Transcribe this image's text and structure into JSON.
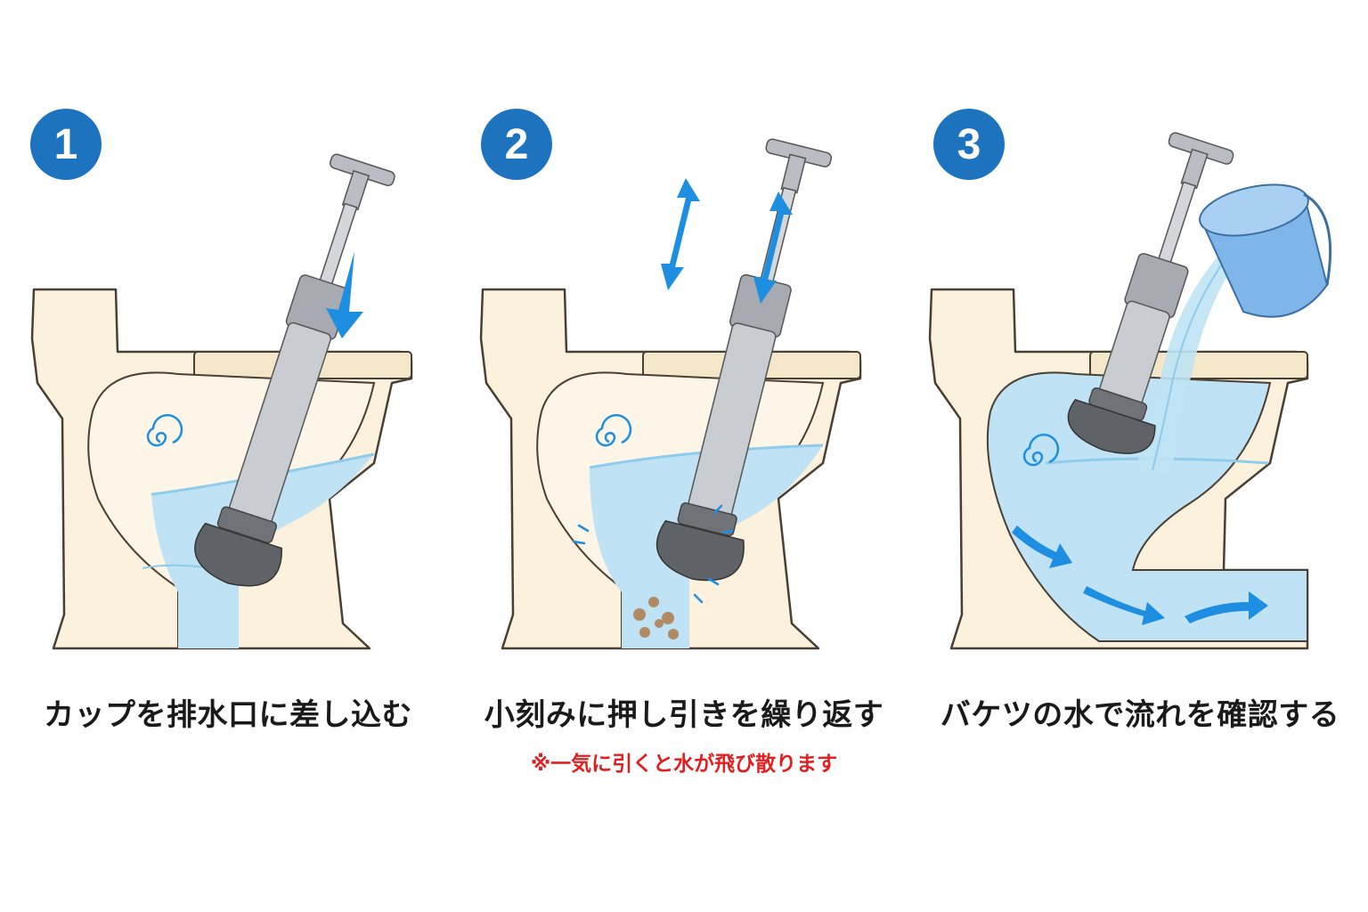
{
  "steps": [
    {
      "number": "1",
      "caption": "カップを排水口に差し込む",
      "note": ""
    },
    {
      "number": "2",
      "caption": "小刻みに押し引きを繰り返す",
      "note": "※一気に引くと水が飛び散ります"
    },
    {
      "number": "3",
      "caption": "バケツの水で流れを確認する",
      "note": ""
    }
  ],
  "colors": {
    "badge": "#1e73be",
    "toilet": "#fbf1dd",
    "outline": "#4a3f35",
    "water": "#bfe3f4",
    "water_dark": "#8fcbea",
    "arrow": "#1e8fe0",
    "plunger_metal": "#b9bdc3",
    "plunger_cup": "#5f6368",
    "bucket": "#7fb6ea",
    "debris": "#b08a63",
    "warning_text": "#e02020"
  },
  "icons": [
    "number-badge-icon",
    "toilet-icon",
    "plunger-icon",
    "swirl-icon",
    "arrow-icon",
    "bucket-icon"
  ]
}
